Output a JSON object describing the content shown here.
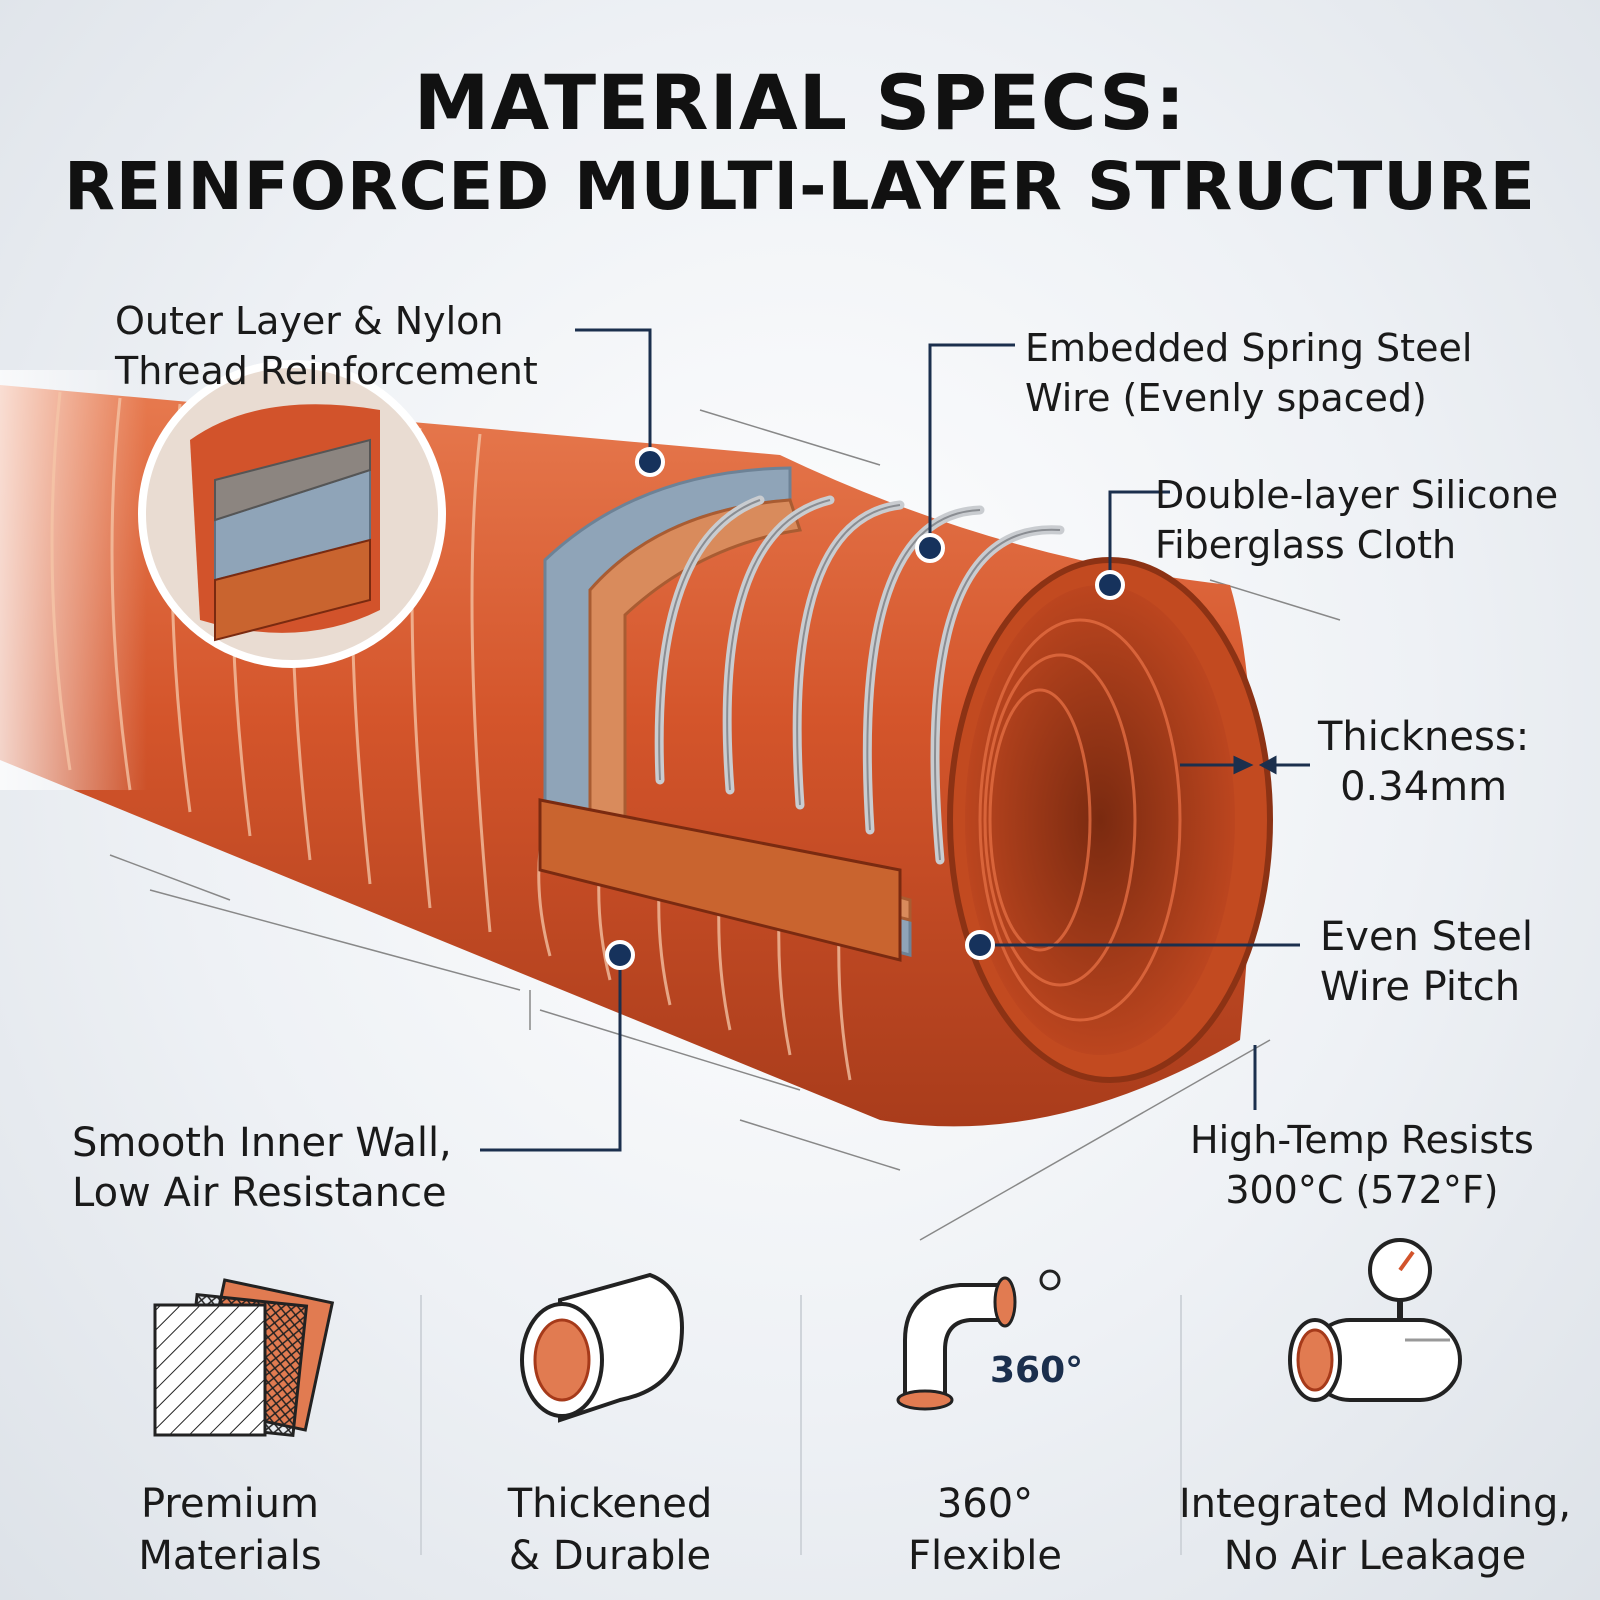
{
  "header": {
    "title_line1": "MATERIAL SPECS:",
    "title_line2": "REINFORCED MULTI-LAYER STRUCTURE"
  },
  "callouts": {
    "outer_layer": [
      "Outer Layer & Nylon",
      "Thread Reinforcement"
    ],
    "spring_wire": [
      "Embedded Spring Steel",
      "Wire (Evenly spaced)"
    ],
    "fiberglass": [
      "Double-layer Silicone",
      "Fiberglass Cloth"
    ],
    "thickness": [
      "Thickness:",
      "0.34mm"
    ],
    "wire_pitch": [
      "Even Steel",
      "Wire Pitch"
    ],
    "inner_wall": [
      "Smooth Inner Wall,",
      "Low Air Resistance"
    ],
    "high_temp": [
      "High-Temp Resists",
      "300°C (572°F)"
    ]
  },
  "features": [
    {
      "label": [
        "Premium",
        "Materials"
      ],
      "icon": "material-swatches-icon"
    },
    {
      "label": [
        "Thickened",
        "& Durable"
      ],
      "icon": "thick-tube-icon"
    },
    {
      "label": [
        "360°",
        "Flexible"
      ],
      "icon": "elbow-pipe-icon",
      "badge": "360°"
    },
    {
      "label": [
        "Integrated Molding,",
        "No Air Leakage"
      ],
      "icon": "pressure-gauge-pipe-icon"
    }
  ],
  "colors": {
    "silicone": "#d2532b",
    "silicone_dark": "#a63a1a",
    "fiberglass_blue": "#8fa4b8",
    "steel": "#c9ccd0",
    "leader_line": "#1b2f4d",
    "dot": "#16325c"
  }
}
